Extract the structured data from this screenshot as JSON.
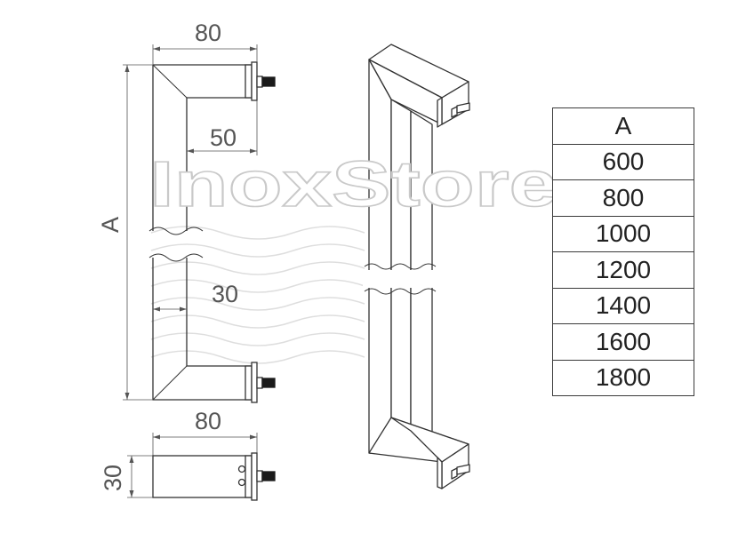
{
  "watermark": {
    "text": "InoxStore"
  },
  "dimensions": {
    "top_width": "80",
    "inner_length": "50",
    "height_label": "A",
    "bar_offset": "30",
    "bottom_width": "80",
    "bottom_height": "30"
  },
  "size_table": {
    "header": "A",
    "values": [
      "600",
      "800",
      "1000",
      "1200",
      "1400",
      "1600",
      "1800"
    ]
  }
}
